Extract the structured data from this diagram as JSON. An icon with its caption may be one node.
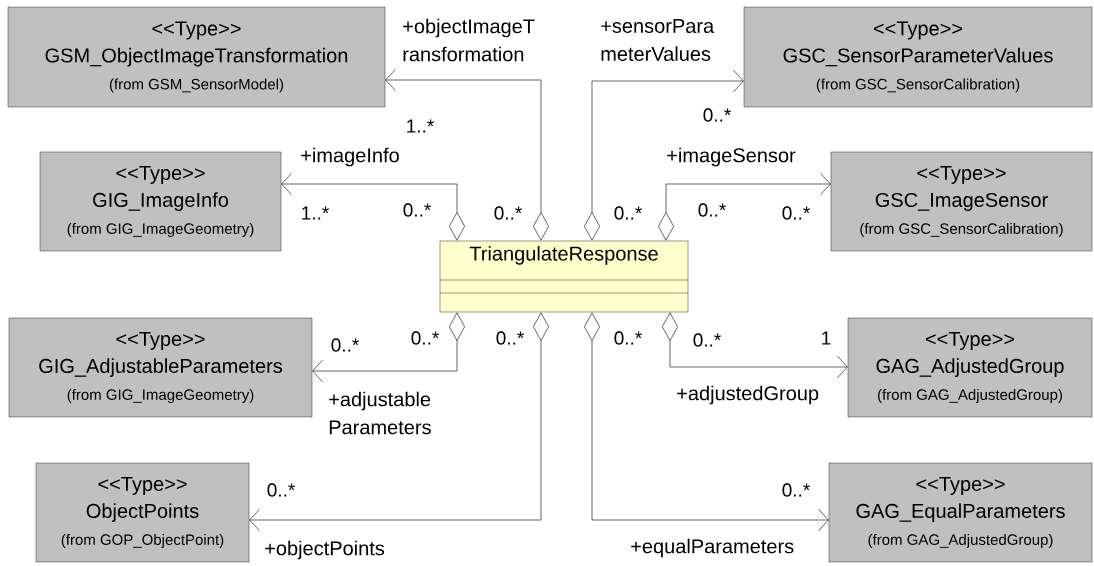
{
  "diagram": {
    "nodes": [
      {
        "text": [
          "<<Type>>",
          "GSM_ObjectImageTransformation",
          "(from GSM_SensorModel)"
        ]
      },
      {
        "text": [
          "<<Type>>",
          "GSC_SensorParameterValues",
          "(from GSC_SensorCalibration)"
        ]
      },
      {
        "text": [
          "<<Type>>",
          "GIG_ImageInfo",
          "(from GIG_ImageGeometry)"
        ]
      },
      {
        "text": [
          "<<Type>>",
          "GSC_ImageSensor",
          "(from GSC_SensorCalibration)"
        ]
      },
      {
        "text": [
          "TriangulateResponse"
        ]
      },
      {
        "text": [
          "<<Type>>",
          "GIG_AdjustableParameters",
          "(from GIG_ImageGeometry)"
        ]
      },
      {
        "text": [
          "<<Type>>",
          "GAG_AdjustedGroup",
          "(from GAG_AdjustedGroup)"
        ]
      },
      {
        "text": [
          "<<Type>>",
          "ObjectPoints",
          "(from GOP_ObjectPoint)"
        ]
      },
      {
        "text": [
          "<<Type>>",
          "GAG_EqualParameters",
          "(from GAG_AdjustedGroup)"
        ]
      }
    ],
    "edges": [
      {
        "from": 4,
        "to": 0,
        "arrow": "to",
        "label": "+objectImageT ransformation"
      },
      {
        "from": 4,
        "to": 1,
        "arrow": "to",
        "label": "+sensorPara meterValues"
      },
      {
        "from": 4,
        "to": 2,
        "arrow": "to",
        "label": "+imageInfo"
      },
      {
        "from": 4,
        "to": 3,
        "arrow": "to",
        "label": "+imageSensor"
      },
      {
        "from": 4,
        "to": 5,
        "arrow": "to",
        "label": "+adjustable Parameters"
      },
      {
        "from": 4,
        "to": 6,
        "arrow": "to",
        "label": "+adjustedGroup"
      },
      {
        "from": 4,
        "to": 7,
        "arrow": "to",
        "label": "+objectPoints"
      },
      {
        "from": 4,
        "to": 8,
        "arrow": "to",
        "label": "+equalParameters"
      }
    ],
    "labels": [
      "1..*",
      "0..*",
      "1..*",
      "0..*",
      "0..*",
      "0..*",
      "0..*",
      "0..*",
      "0..*",
      "0..*",
      "0..*",
      "0..*",
      "0..*",
      "1",
      "0..*",
      "0..*"
    ]
  }
}
